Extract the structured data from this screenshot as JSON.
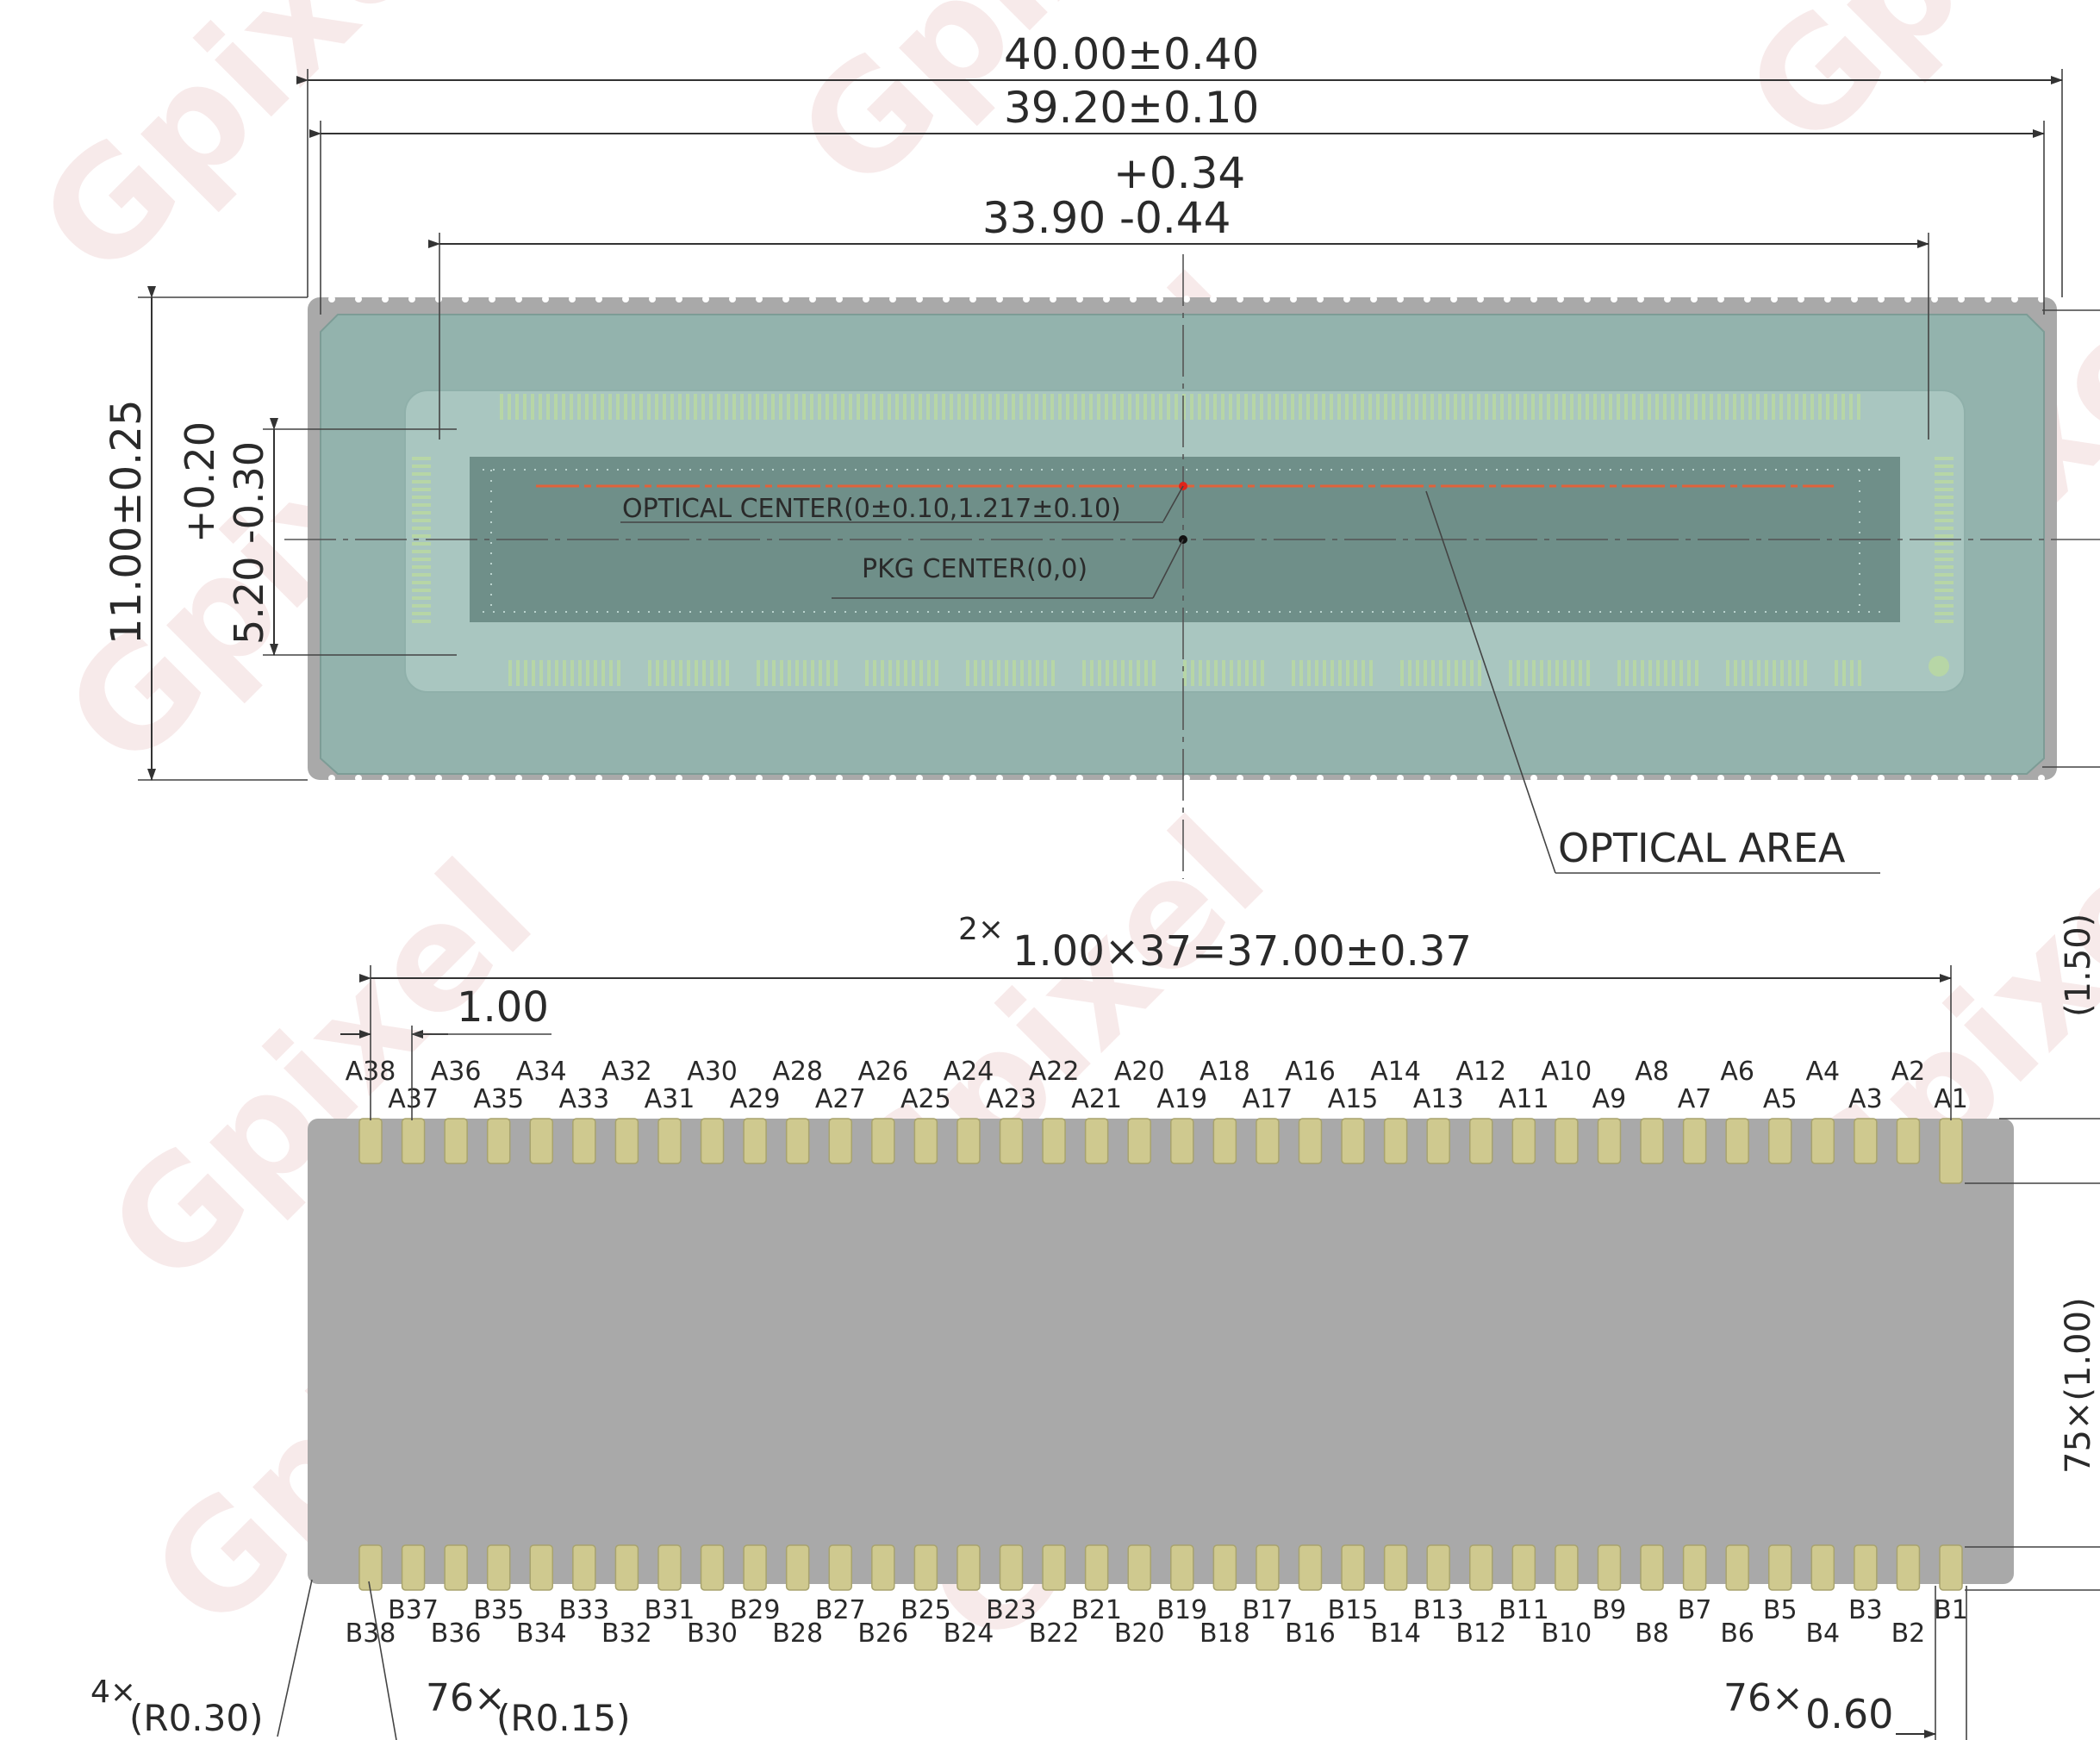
{
  "colors": {
    "package_body": "#a9a9a9",
    "glass": "#93b3ad",
    "glass_inner": "#a9c6c0",
    "optical_area": "#6f8f89",
    "pad": "#cfc98f",
    "pad_top_view": "#b7d6a6",
    "optical_line": "#e0623a",
    "watermark": "#f2d9d9"
  },
  "top_view": {
    "dim_overall_width": "40.00±0.40",
    "dim_body_width": "39.20±0.10",
    "dim_window_upper_tol": "+0.34",
    "dim_window_value": "33.90 -0.44",
    "dim_height": "11.00±0.25",
    "dim_offset_tol": "+0.20",
    "dim_offset_value": "5.20 -0.30",
    "optical_center_label": "OPTICAL CENTER(0±0.10,1.217±0.10)",
    "pkg_center_label": "PKG CENTER(0,0)",
    "optical_area_label": "OPTICAL AREA"
  },
  "bottom_view": {
    "pitch_count_prefix": "2×",
    "pitch_span": "1.00×37=37.00±0.37",
    "pitch_single": "1.00",
    "right_dim_top": "(1.50)",
    "right_dim_middle": "75×(1.00)",
    "corner_radius_count": "4×",
    "corner_radius": "(R0.30)",
    "pad_radius_count": "76×",
    "pad_radius": "(R0.15)",
    "pad_width_count": "76×",
    "pad_width": "0.60",
    "top_row_upper": [
      "A38",
      "A36",
      "A34",
      "A32",
      "A30",
      "A28",
      "A26",
      "A24",
      "A22",
      "A20",
      "A18",
      "A16",
      "A14",
      "A12",
      "A10",
      "A8",
      "A6",
      "A4",
      "A2"
    ],
    "top_row_lower": [
      "A37",
      "A35",
      "A33",
      "A31",
      "A29",
      "A27",
      "A25",
      "A23",
      "A21",
      "A19",
      "A17",
      "A15",
      "A13",
      "A11",
      "A9",
      "A7",
      "A5",
      "A3",
      "A1"
    ],
    "bottom_row_upper": [
      "B37",
      "B35",
      "B33",
      "B31",
      "B29",
      "B27",
      "B25",
      "B23",
      "B21",
      "B19",
      "B17",
      "B15",
      "B13",
      "B11",
      "B9",
      "B7",
      "B5",
      "B3",
      "B1"
    ],
    "bottom_row_lower": [
      "B38",
      "B36",
      "B34",
      "B32",
      "B30",
      "B28",
      "B26",
      "B24",
      "B22",
      "B20",
      "B18",
      "B16",
      "B14",
      "B12",
      "B10",
      "B8",
      "B6",
      "B4",
      "B2"
    ]
  },
  "watermark_text": "Gpixel"
}
